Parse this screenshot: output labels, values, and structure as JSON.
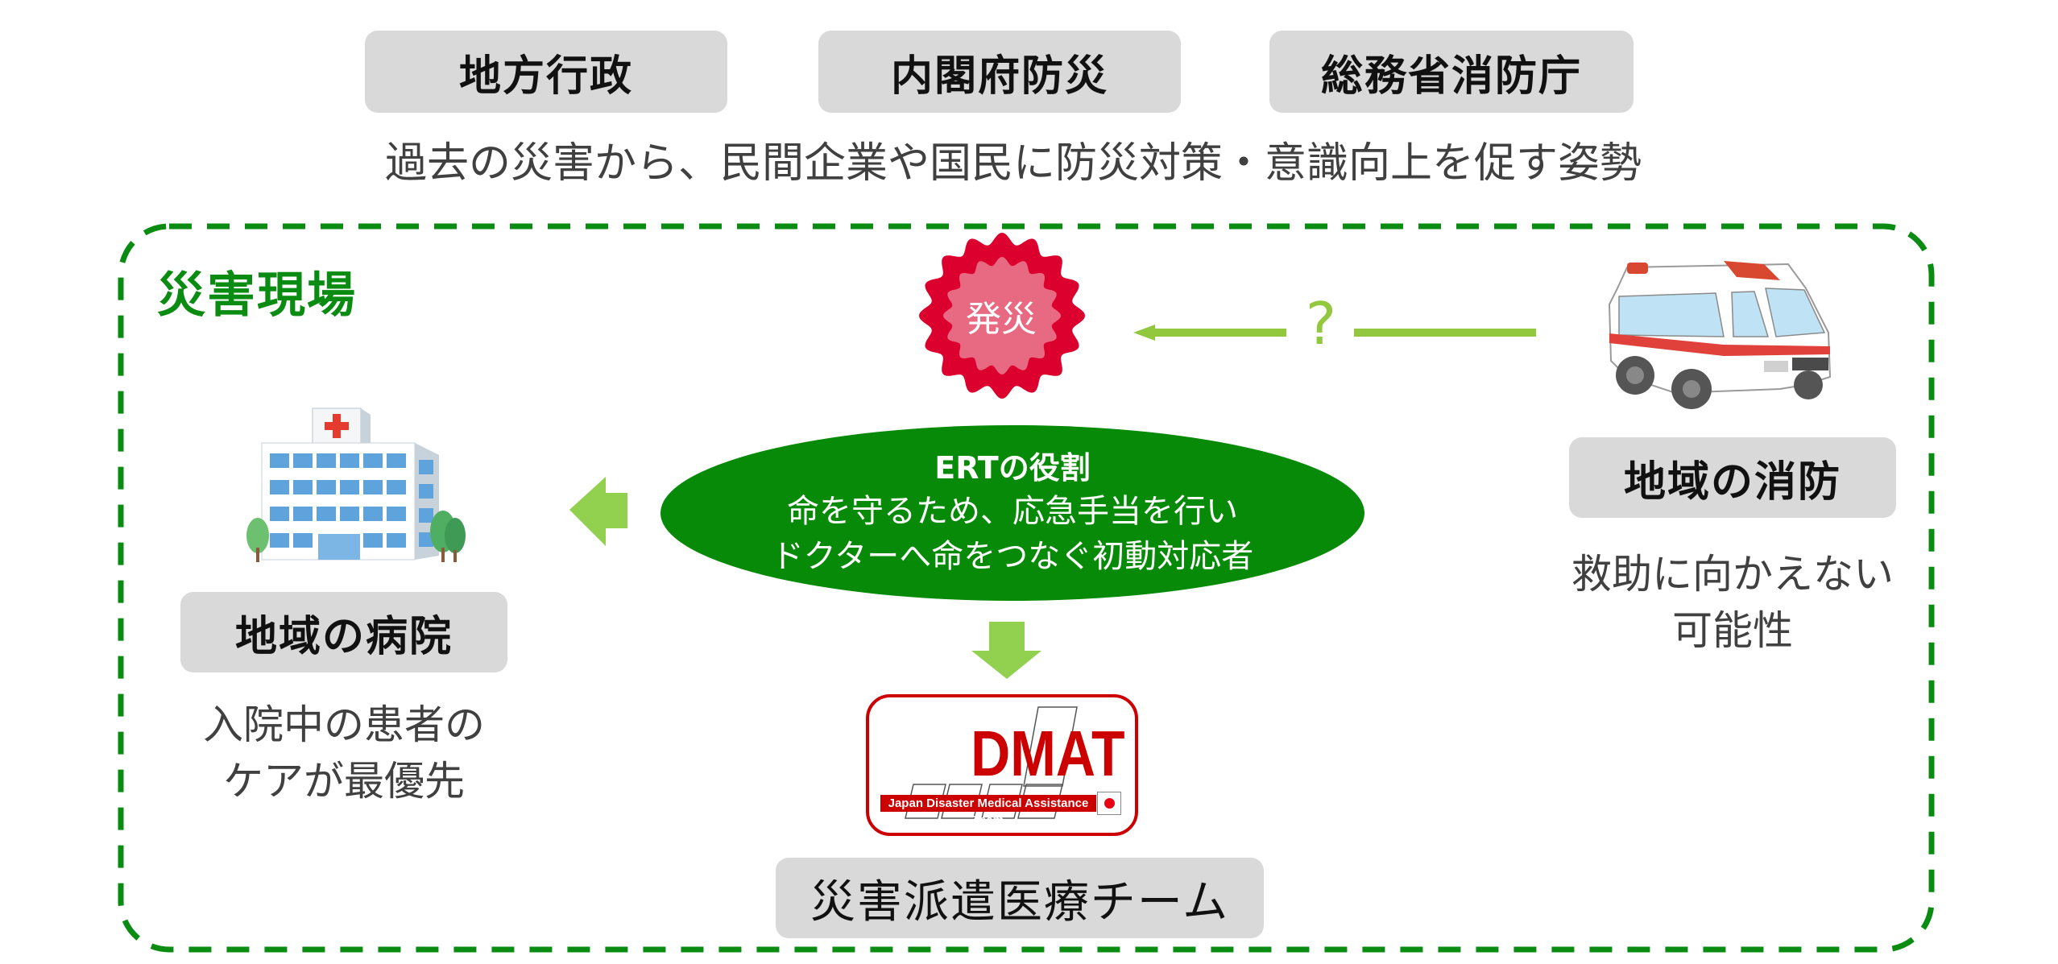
{
  "top_agencies": [
    {
      "label": "地方行政"
    },
    {
      "label": "内閣府防災"
    },
    {
      "label": "総務省消防庁"
    }
  ],
  "top_caption": "過去の災害から、民間企業や国民に防災対策・意識向上を促す姿勢",
  "scene": {
    "title": "災害現場",
    "border_color": "#0a8c12",
    "disaster_badge": {
      "label": "発災",
      "outer_color": "#dc002e",
      "inner_color": "#e76a82"
    },
    "question_mark": "?",
    "arrow_color": "#92c83e",
    "ert": {
      "title": "ERTの役割",
      "line1": "命を守るため、応急手当を行い",
      "line2": "ドクターへ命をつなぐ初動対応者",
      "color": "#078a07"
    },
    "hospital": {
      "icon": "hospital-icon",
      "label": "地域の病院",
      "note_line1": "入院中の患者の",
      "note_line2": "ケアが最優先"
    },
    "fire_dept": {
      "icon": "ambulance-icon",
      "label": "地域の消防",
      "note_line1": "救助に向かえない",
      "note_line2": "可能性"
    },
    "dmat": {
      "logo_text": "DMAT",
      "logo_subtitle": "Japan Disaster Medical Assistance Team",
      "label": "災害派遣医療チーム",
      "color": "#cc0000"
    }
  }
}
